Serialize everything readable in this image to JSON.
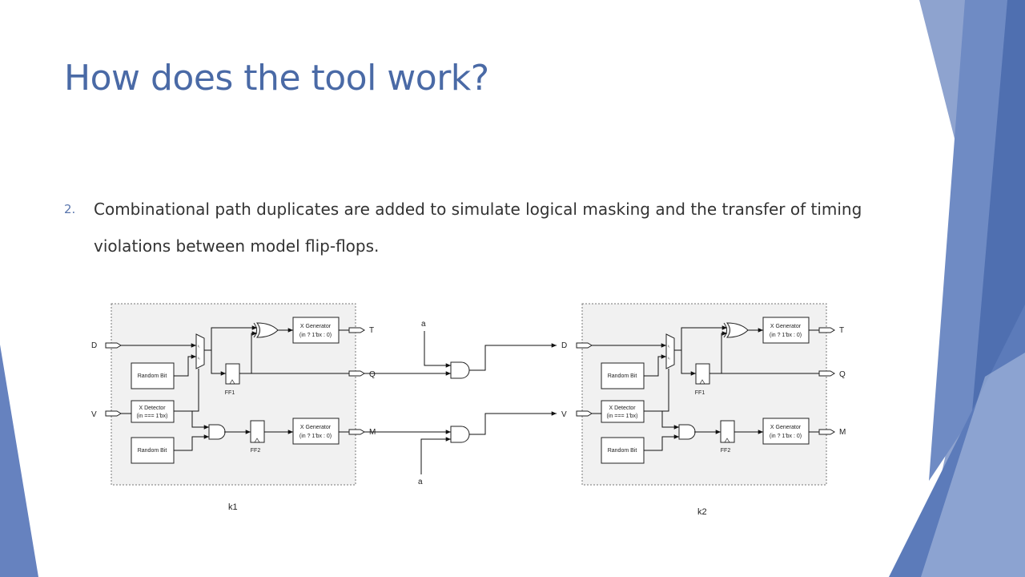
{
  "slide": {
    "title": "How does the tool work?",
    "bullet_number": "2.",
    "bullet_text": "Combinational path duplicates are added to simulate logical masking and the transfer of timing violations between model flip-flops."
  },
  "diagram": {
    "modules": [
      {
        "label": "k1",
        "inputs": [
          "D",
          "V"
        ],
        "outputs": [
          "T",
          "Q",
          "M"
        ],
        "blocks": {
          "random_bit_1": "Random Bit",
          "x_detector_1": "X Detector",
          "x_detector_2": "(in === 1'bx)",
          "random_bit_2": "Random Bit",
          "x_gen_top_1": "X Generator",
          "x_gen_top_2": "(in ? 1'bx : 0)",
          "x_gen_bot_1": "X Generator",
          "x_gen_bot_2": "(in ? 1'bx : 0)",
          "ff1": "FF1",
          "ff2": "FF2"
        }
      },
      {
        "label": "k2",
        "inputs": [
          "D",
          "V"
        ],
        "outputs": [
          "T",
          "Q",
          "M"
        ],
        "blocks": {
          "random_bit_1": "Random Bit",
          "x_detector_1": "X Detector",
          "x_detector_2": "(in === 1'bx)",
          "random_bit_2": "Random Bit",
          "x_gen_top_1": "X Generator",
          "x_gen_top_2": "(in ? 1'bx : 0)",
          "x_gen_bot_1": "X Generator",
          "x_gen_bot_2": "(in ? 1'bx : 0)",
          "ff1": "FF1",
          "ff2": "FF2"
        }
      }
    ],
    "external_inputs": [
      "a",
      "a"
    ]
  },
  "theme": {
    "title_color": "#4a6aa6",
    "accent_dark": "#4f6fb0",
    "accent_light": "#a9bde0"
  }
}
